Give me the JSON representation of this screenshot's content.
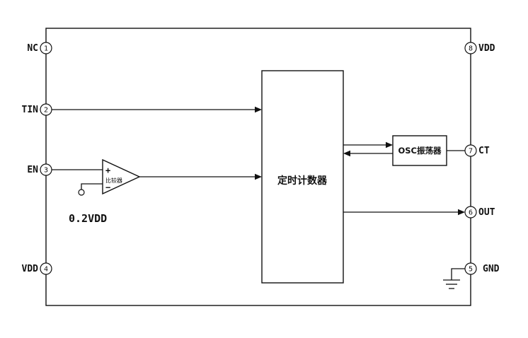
{
  "diagram": {
    "pins_left": [
      {
        "num": "1",
        "label": "NC"
      },
      {
        "num": "2",
        "label": "TIN"
      },
      {
        "num": "3",
        "label": "EN"
      },
      {
        "num": "4",
        "label": "VDD"
      }
    ],
    "pins_right": [
      {
        "num": "8",
        "label": "VDD"
      },
      {
        "num": "7",
        "label": "CT"
      },
      {
        "num": "6",
        "label": "OUT"
      },
      {
        "num": "5",
        "label": "GND"
      }
    ],
    "blocks": {
      "timer_counter": "定时计数器",
      "oscillator": "OSC振荡器",
      "comparator": "比较器"
    },
    "labels": {
      "reference_voltage": "0.2VDD",
      "comparator_plus": "+",
      "comparator_minus": "−"
    },
    "colors": {
      "line": "#111111",
      "background": "#ffffff"
    }
  }
}
